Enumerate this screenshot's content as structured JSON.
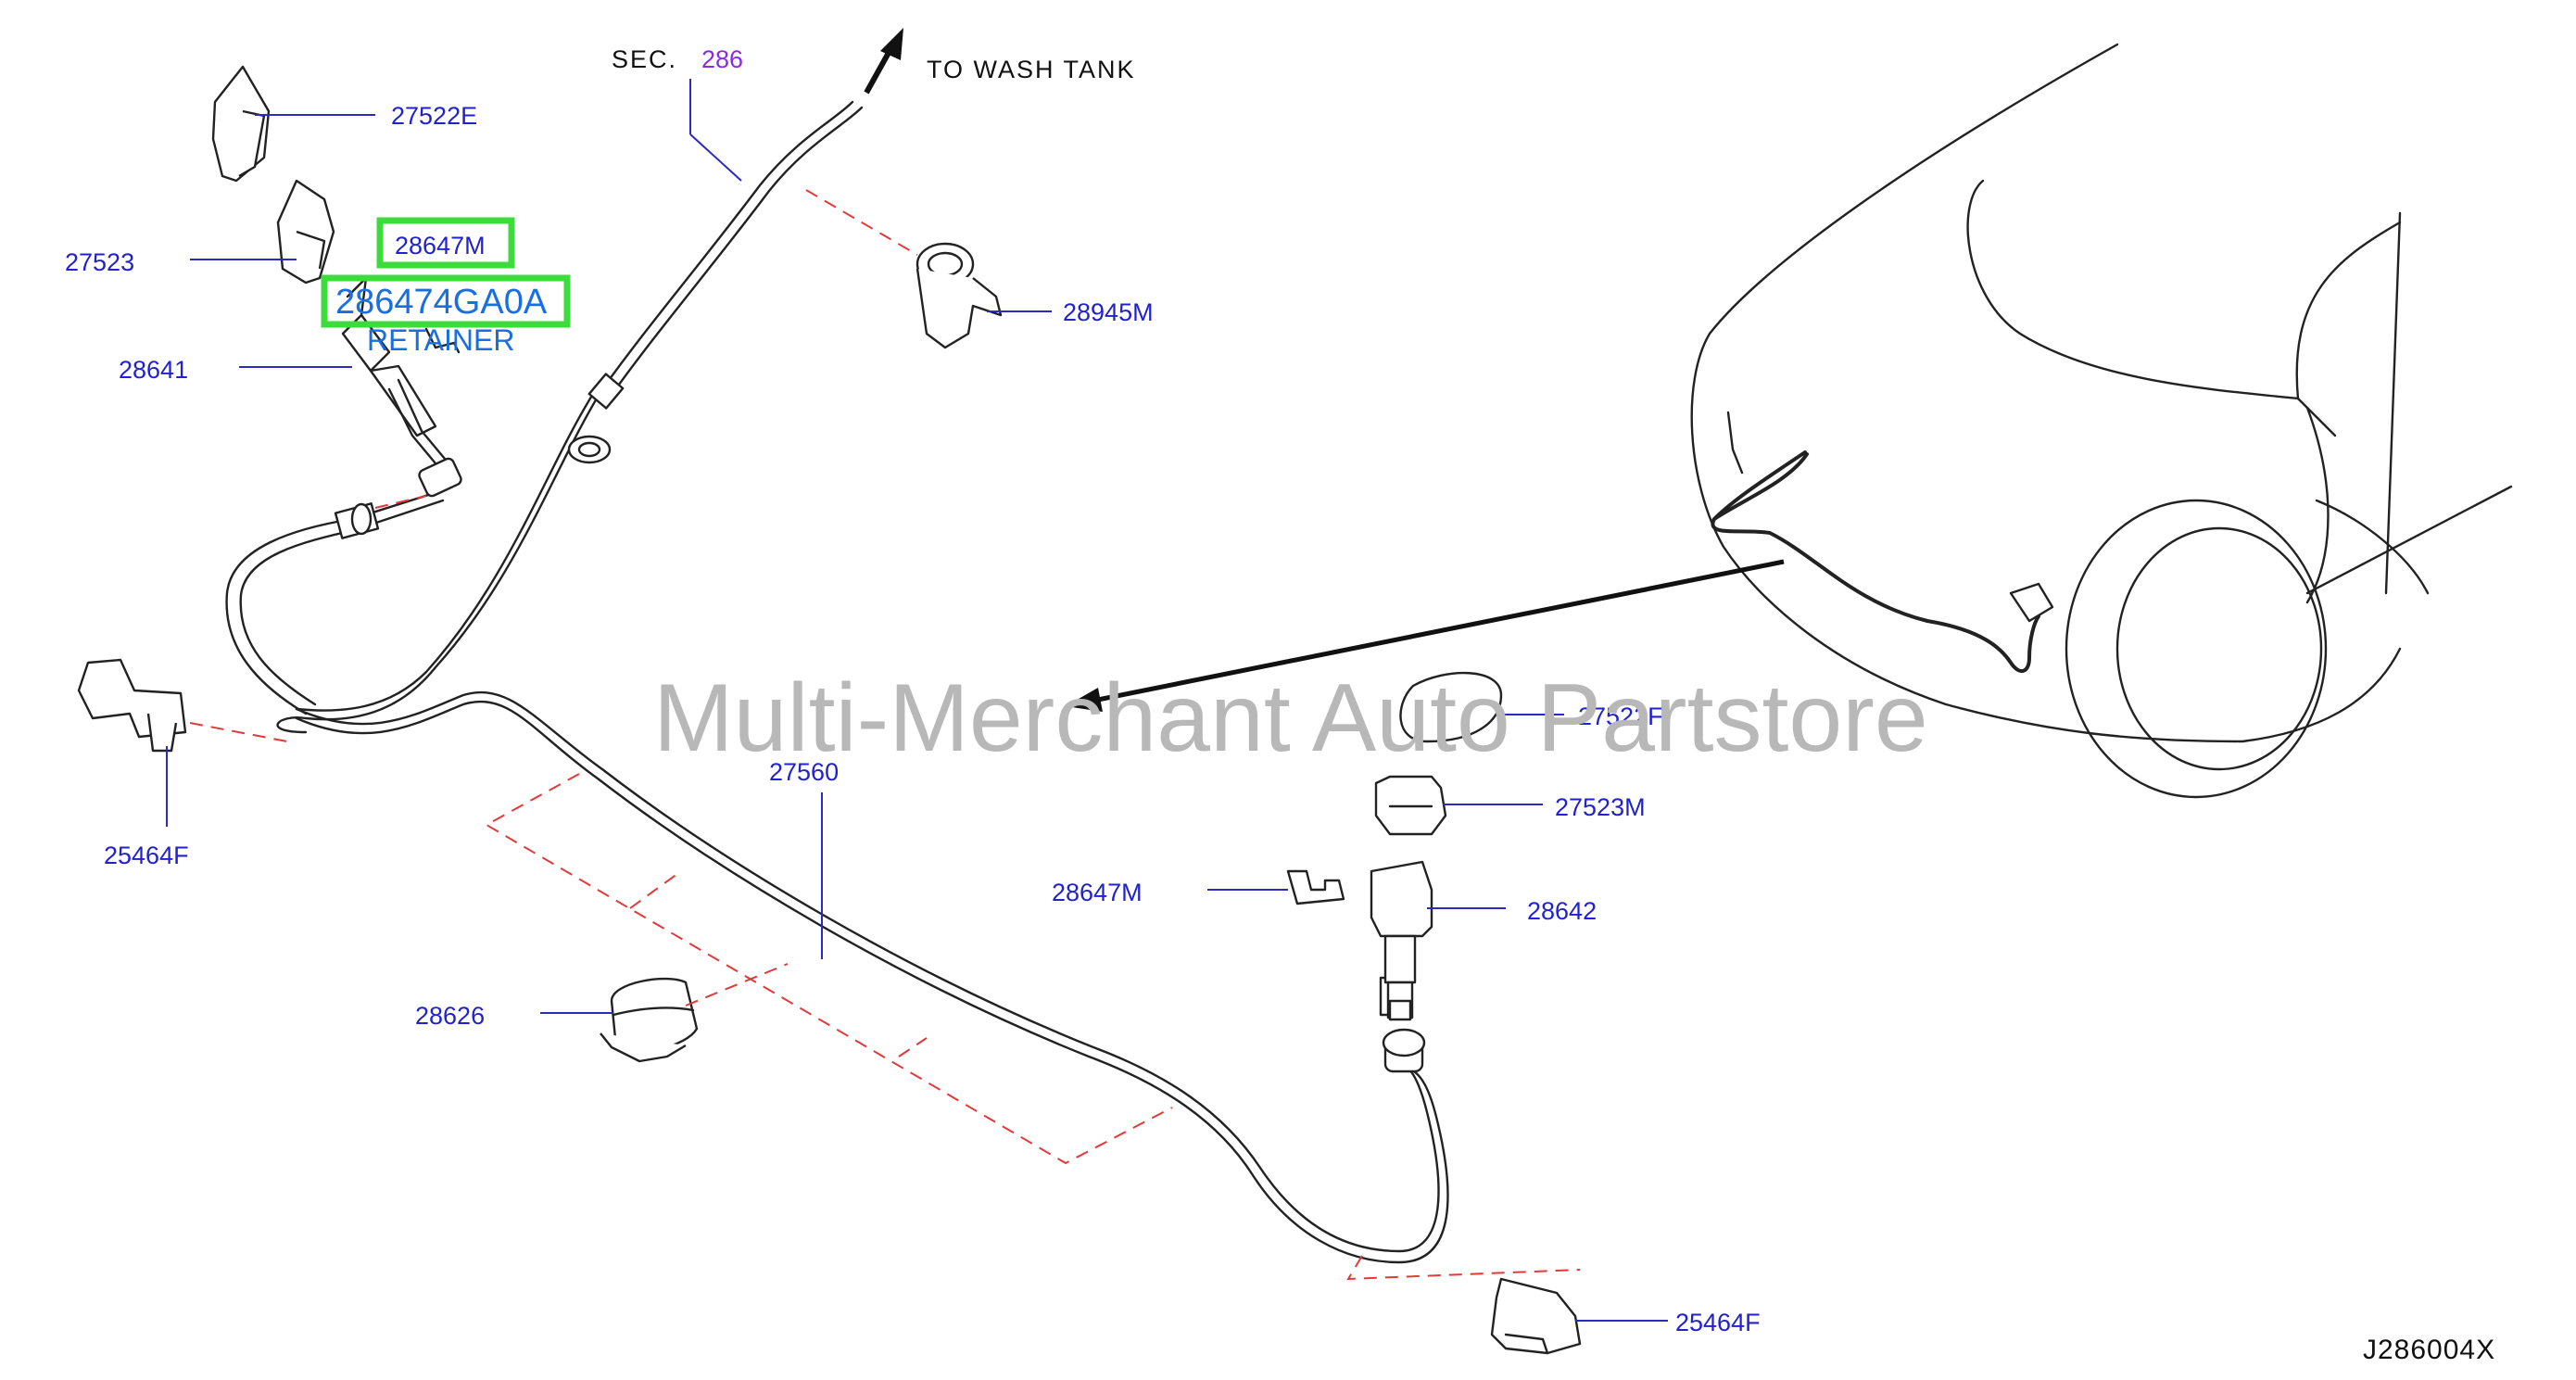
{
  "diagram": {
    "section_prefix": "SEC.",
    "section_number": "286",
    "to_wash_tank": "TO  WASH  TANK",
    "watermark": "Multi-Merchant Auto Partstore",
    "drawing_id": "J286004X",
    "highlight": {
      "part_number": "286474GA0A",
      "part_name": "RETAINER"
    },
    "labels": {
      "p27522E": "27522E",
      "p27523": "27523",
      "p28647M_left": "28647M",
      "p28641": "28641",
      "p28945M": "28945M",
      "p25464F_left": "25464F",
      "p27560": "27560",
      "p28626": "28626",
      "p27522F": "27522F",
      "p27523M": "27523M",
      "p28647M_right": "28647M",
      "p28642": "28642",
      "p25464F_right": "25464F"
    }
  }
}
